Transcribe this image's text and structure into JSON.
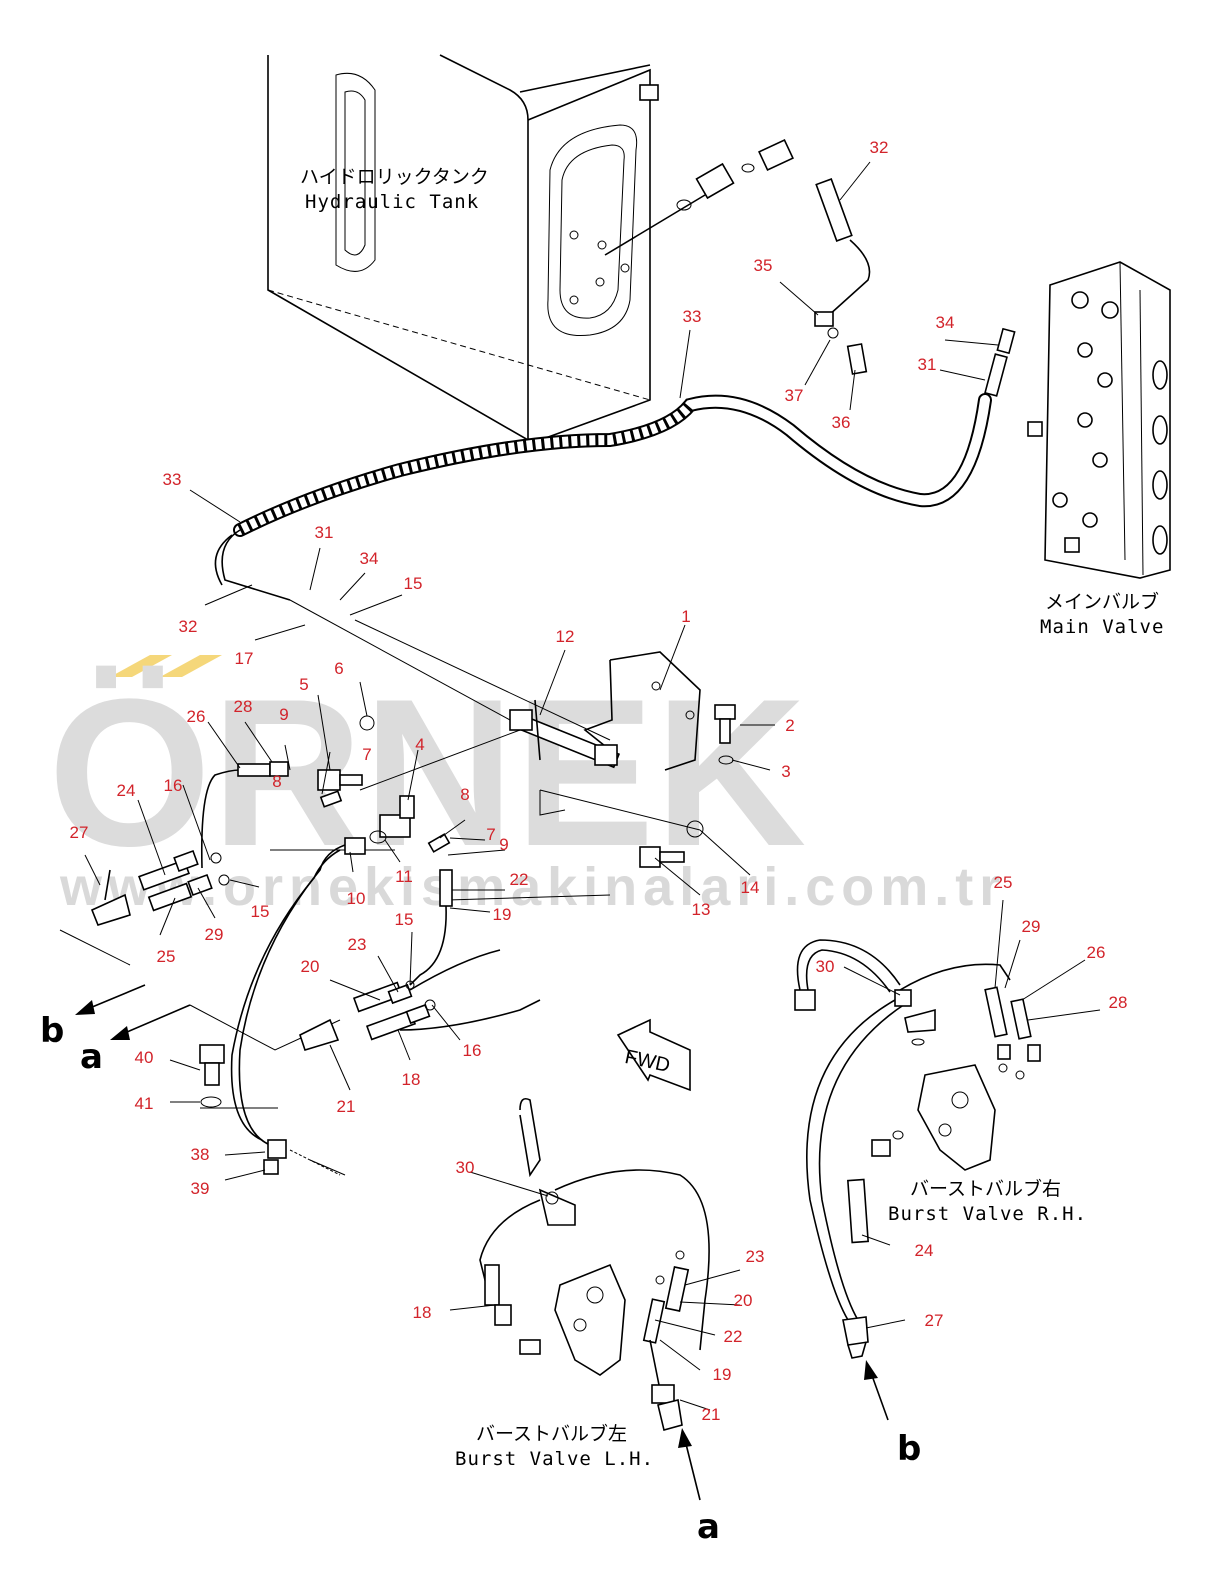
{
  "watermark": {
    "brand": "ÖRNEK",
    "url": "www.ornekismakinalari.com.tr",
    "accent_color": "#f5d77a"
  },
  "captions": {
    "hydraulic_tank_jp": "ハイドロリックタンク",
    "hydraulic_tank_en": "Hydraulic Tank",
    "main_valve_jp": "メインバルブ",
    "main_valve_en": "Main Valve",
    "burst_valve_lh_jp": "バーストバルブ左",
    "burst_valve_lh_en": "Burst Valve L.H.",
    "burst_valve_rh_jp": "バーストバルブ右",
    "burst_valve_rh_en": "Burst Valve R.H.",
    "fwd": "FWD"
  },
  "arrow_labels": {
    "b_left": "b",
    "a_left": "a",
    "a_bottom": "a",
    "b_bottom": "b"
  },
  "callouts": [
    "1",
    "2",
    "3",
    "4",
    "5",
    "6",
    "7",
    "7",
    "8",
    "8",
    "9",
    "9",
    "10",
    "11",
    "12",
    "13",
    "14",
    "15",
    "15",
    "15",
    "15",
    "16",
    "16",
    "17",
    "18",
    "18",
    "19",
    "19",
    "20",
    "20",
    "21",
    "21",
    "22",
    "22",
    "23",
    "23",
    "24",
    "24",
    "25",
    "25",
    "26",
    "26",
    "27",
    "27",
    "28",
    "28",
    "29",
    "29",
    "30",
    "30",
    "31",
    "31",
    "32",
    "32",
    "33",
    "33",
    "34",
    "34",
    "35",
    "36",
    "37",
    "38",
    "39",
    "40",
    "41"
  ],
  "colors": {
    "callout": "#d2232a",
    "line": "#000000"
  }
}
